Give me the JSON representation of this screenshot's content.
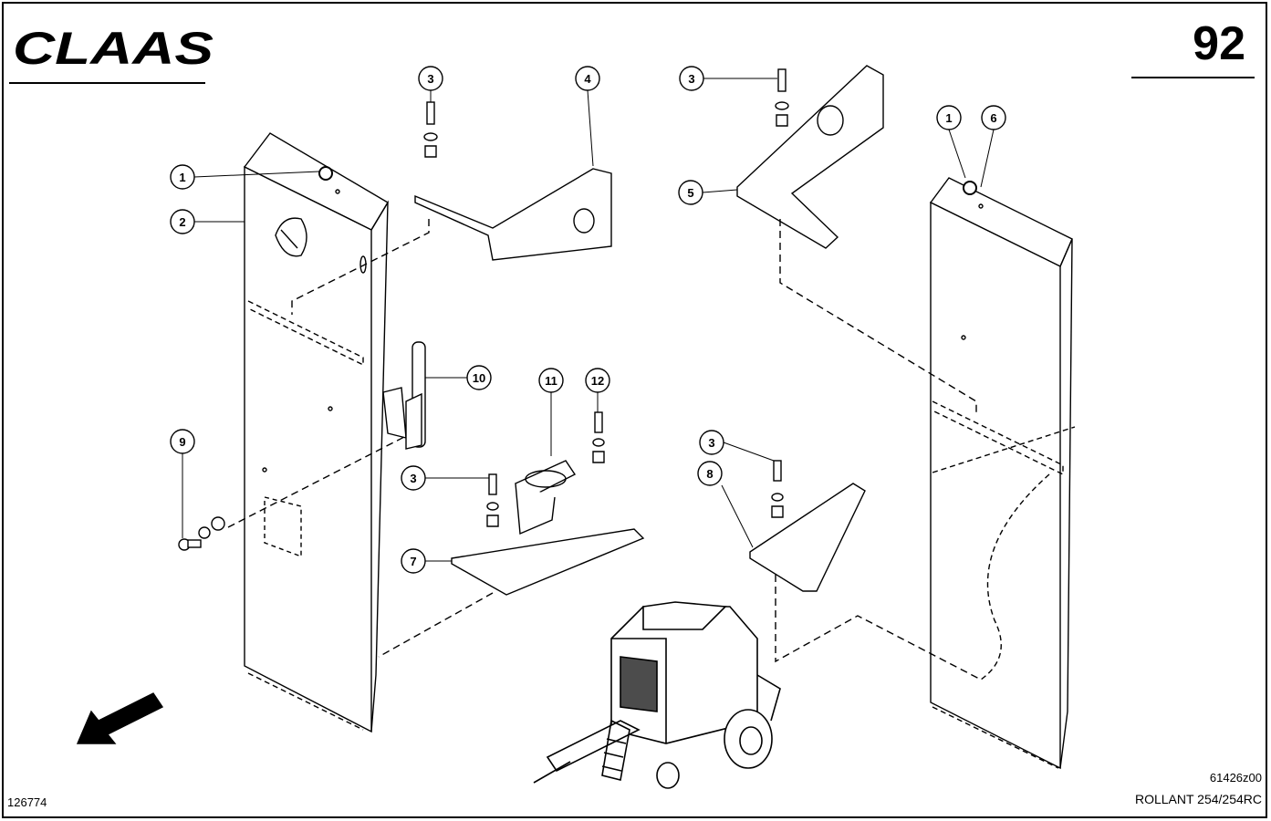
{
  "header": {
    "brand": "CLAAS",
    "page_number": "92"
  },
  "footer": {
    "doc_id": "126774",
    "drawing_id": "61426z00",
    "model": "ROLLANT 254/254RC"
  },
  "callouts": [
    "1",
    "2",
    "3",
    "4",
    "3",
    "5",
    "1",
    "6",
    "10",
    "11",
    "12",
    "9",
    "3",
    "7",
    "3",
    "8"
  ],
  "colors": {
    "ink": "#000000",
    "paper": "#ffffff"
  },
  "icons": [
    "direction-arrow-icon",
    "baler-machine-icon"
  ]
}
